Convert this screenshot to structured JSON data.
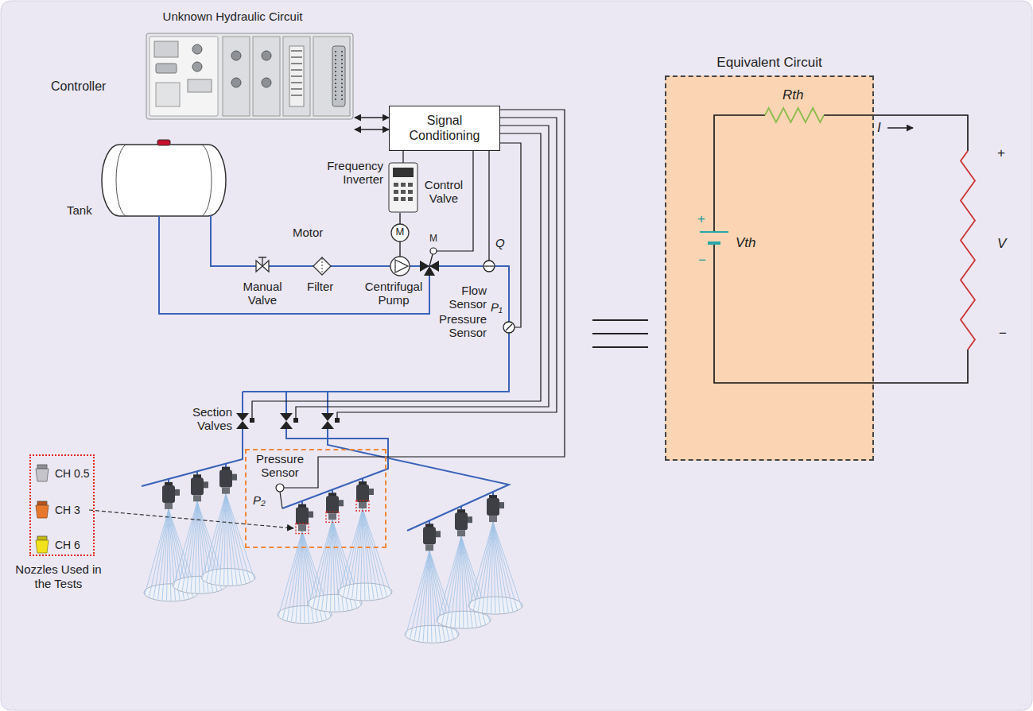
{
  "diagram": {
    "title": "Unknown Hydraulic Circuit",
    "nodes": [
      {
        "text": [
          "Controller"
        ]
      },
      {
        "text": [
          "Signal Conditioning"
        ]
      },
      {
        "text": [
          "Pressure Sensor",
          "P₂"
        ]
      },
      {
        "text": [
          "CH 0.5",
          "CH 3",
          "CH 6",
          "Nozzles Used in the Tests"
        ]
      },
      {
        "text": [
          "Equivalent Circuit"
        ]
      }
    ],
    "edges": [
      {
        "from": 0,
        "to": 1,
        "arrow": "both"
      },
      {
        "from": 0,
        "to": 1,
        "arrow": "both"
      }
    ],
    "labels": [
      "Frequency Inverter",
      "Control Valve",
      "Motor",
      "M",
      "M",
      "Q",
      "Tank",
      "Manual Valve",
      "Filter",
      "Centrifugal Pump",
      "Flow Sensor",
      "Pressure Sensor",
      "P₁",
      "Section Valves",
      "Rth",
      "Vth",
      "I",
      "V",
      "+",
      "−",
      "+",
      "−"
    ]
  }
}
